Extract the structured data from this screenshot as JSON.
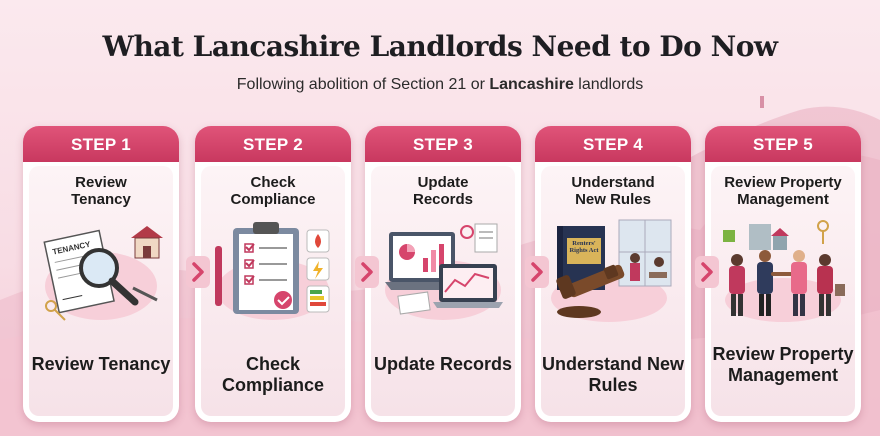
{
  "header": {
    "title": "What Lancashire Landlords Need to Do Now",
    "subtitle_prefix": "Following abolition of Section 21 or ",
    "subtitle_bold": "Lancashire",
    "subtitle_suffix": " landlords"
  },
  "steps": [
    {
      "tab": "STEP 1",
      "top_label": "Review Tenancy",
      "bottom_label": "Review Tenancy",
      "icon": "magnifier-document-icon",
      "doc_label": "TENANCY"
    },
    {
      "tab": "STEP 2",
      "top_label": "Check Compliance",
      "bottom_label": "Check Compliance",
      "icon": "clipboard-checklist-icon"
    },
    {
      "tab": "STEP 3",
      "top_label": "Update Records",
      "bottom_label": "Update Records",
      "icon": "laptop-records-icon"
    },
    {
      "tab": "STEP 4",
      "top_label": "Understand New Rules",
      "bottom_label": "Understand New Rules",
      "icon": "gavel-book-icon",
      "book_label": "Renters' Rights Act"
    },
    {
      "tab": "STEP 5",
      "top_label": "Review Property Management",
      "bottom_label": "Review Property Management",
      "icon": "people-handshake-icon"
    }
  ],
  "colors": {
    "accent": "#d6456c",
    "background": "#f8dce4",
    "arrow": "#d6456c"
  }
}
